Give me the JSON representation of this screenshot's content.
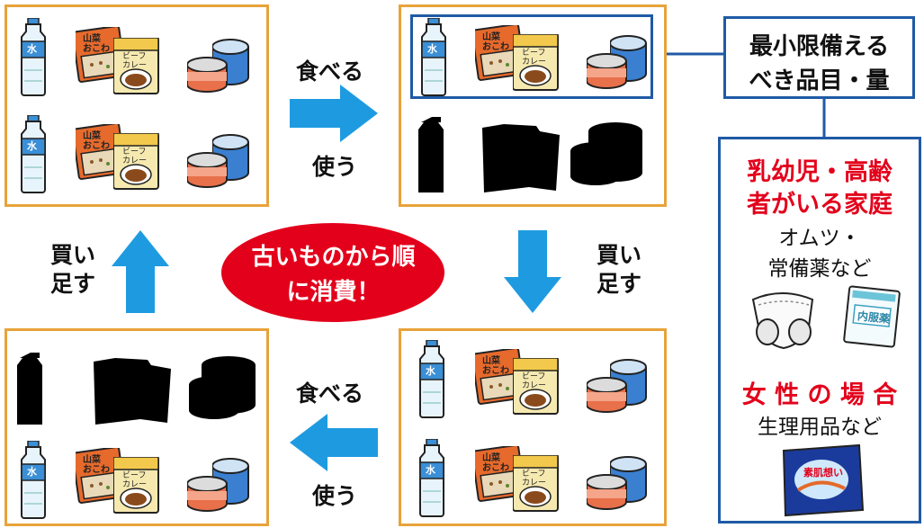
{
  "arrows": {
    "eat_label": "食べる",
    "use_label": "使う",
    "buy_label_line1": "買い",
    "buy_label_line2": "足す"
  },
  "center_oval": {
    "line1": "古いものから順",
    "line2": "に消費！",
    "color": "#e3001b"
  },
  "minimum_box": {
    "line1": "最小限備える",
    "line2": "べき品目・量"
  },
  "side_panel": {
    "infants_heading_line1": "乳幼児・高齢",
    "infants_heading_line2": "者がいる家庭",
    "infants_text_line1": "オムツ・",
    "infants_text_line2": "常備薬など",
    "medicine_bag_label": "内服薬",
    "women_heading": "女 性 の 場 合",
    "women_text": "生理用品など",
    "pad_label": "素肌想い"
  },
  "food_labels": {
    "water_bottle_label": "水",
    "rice_pack_line1": "山菜",
    "rice_pack_line2": "おこわ",
    "curry_pack_line1": "ビーフ",
    "curry_pack_line2": "カレー"
  },
  "colors": {
    "panel_border": "#e8a33a",
    "arrow_blue": "#1e9be0",
    "frame_blue": "#1f5aa6",
    "heading_red": "#e3001b"
  }
}
